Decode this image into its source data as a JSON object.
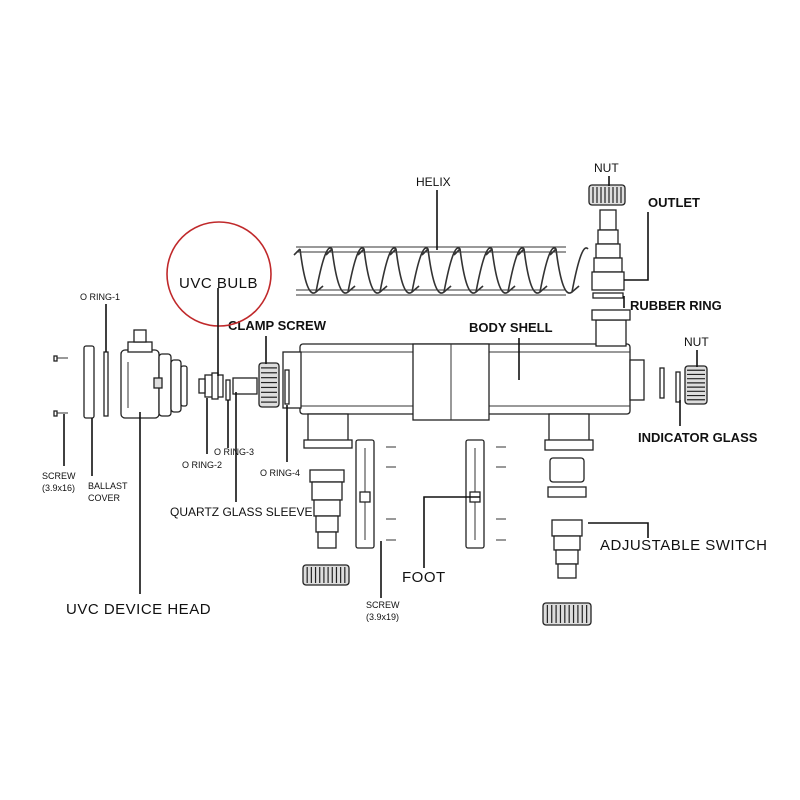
{
  "diagram": {
    "labels": {
      "helix": "HELIX",
      "nut_top": "NUT",
      "outlet": "OUTLET",
      "rubber_ring": "RUBBER RING",
      "nut_right": "NUT",
      "body_shell": "BODY SHELL",
      "uvc_bulb": "UVC BULB",
      "clamp_screw": "CLAMP SCREW",
      "o_ring_1": "O RING-1",
      "o_ring_2": "O RING-2",
      "o_ring_3": "O RING-3",
      "o_ring_4": "O RING-4",
      "screw_left": "SCREW",
      "screw_left_size": "(3.9x16)",
      "ballast": "BALLAST",
      "cover": "COVER",
      "quartz_glass_sleeve": "QUARTZ GLASS SLEEVE",
      "indicator_glass": "INDICATOR GLASS",
      "adjustable_switch": "ADJUSTABLE SWITCH",
      "foot": "FOOT",
      "screw_bottom": "SCREW",
      "screw_bottom_size": "(3.9x19)",
      "uvc_device_head": "UVC DEVICE HEAD"
    },
    "colors": {
      "ink": "#111111",
      "highlight_circle": "#c0292b",
      "background": "#ffffff"
    }
  }
}
